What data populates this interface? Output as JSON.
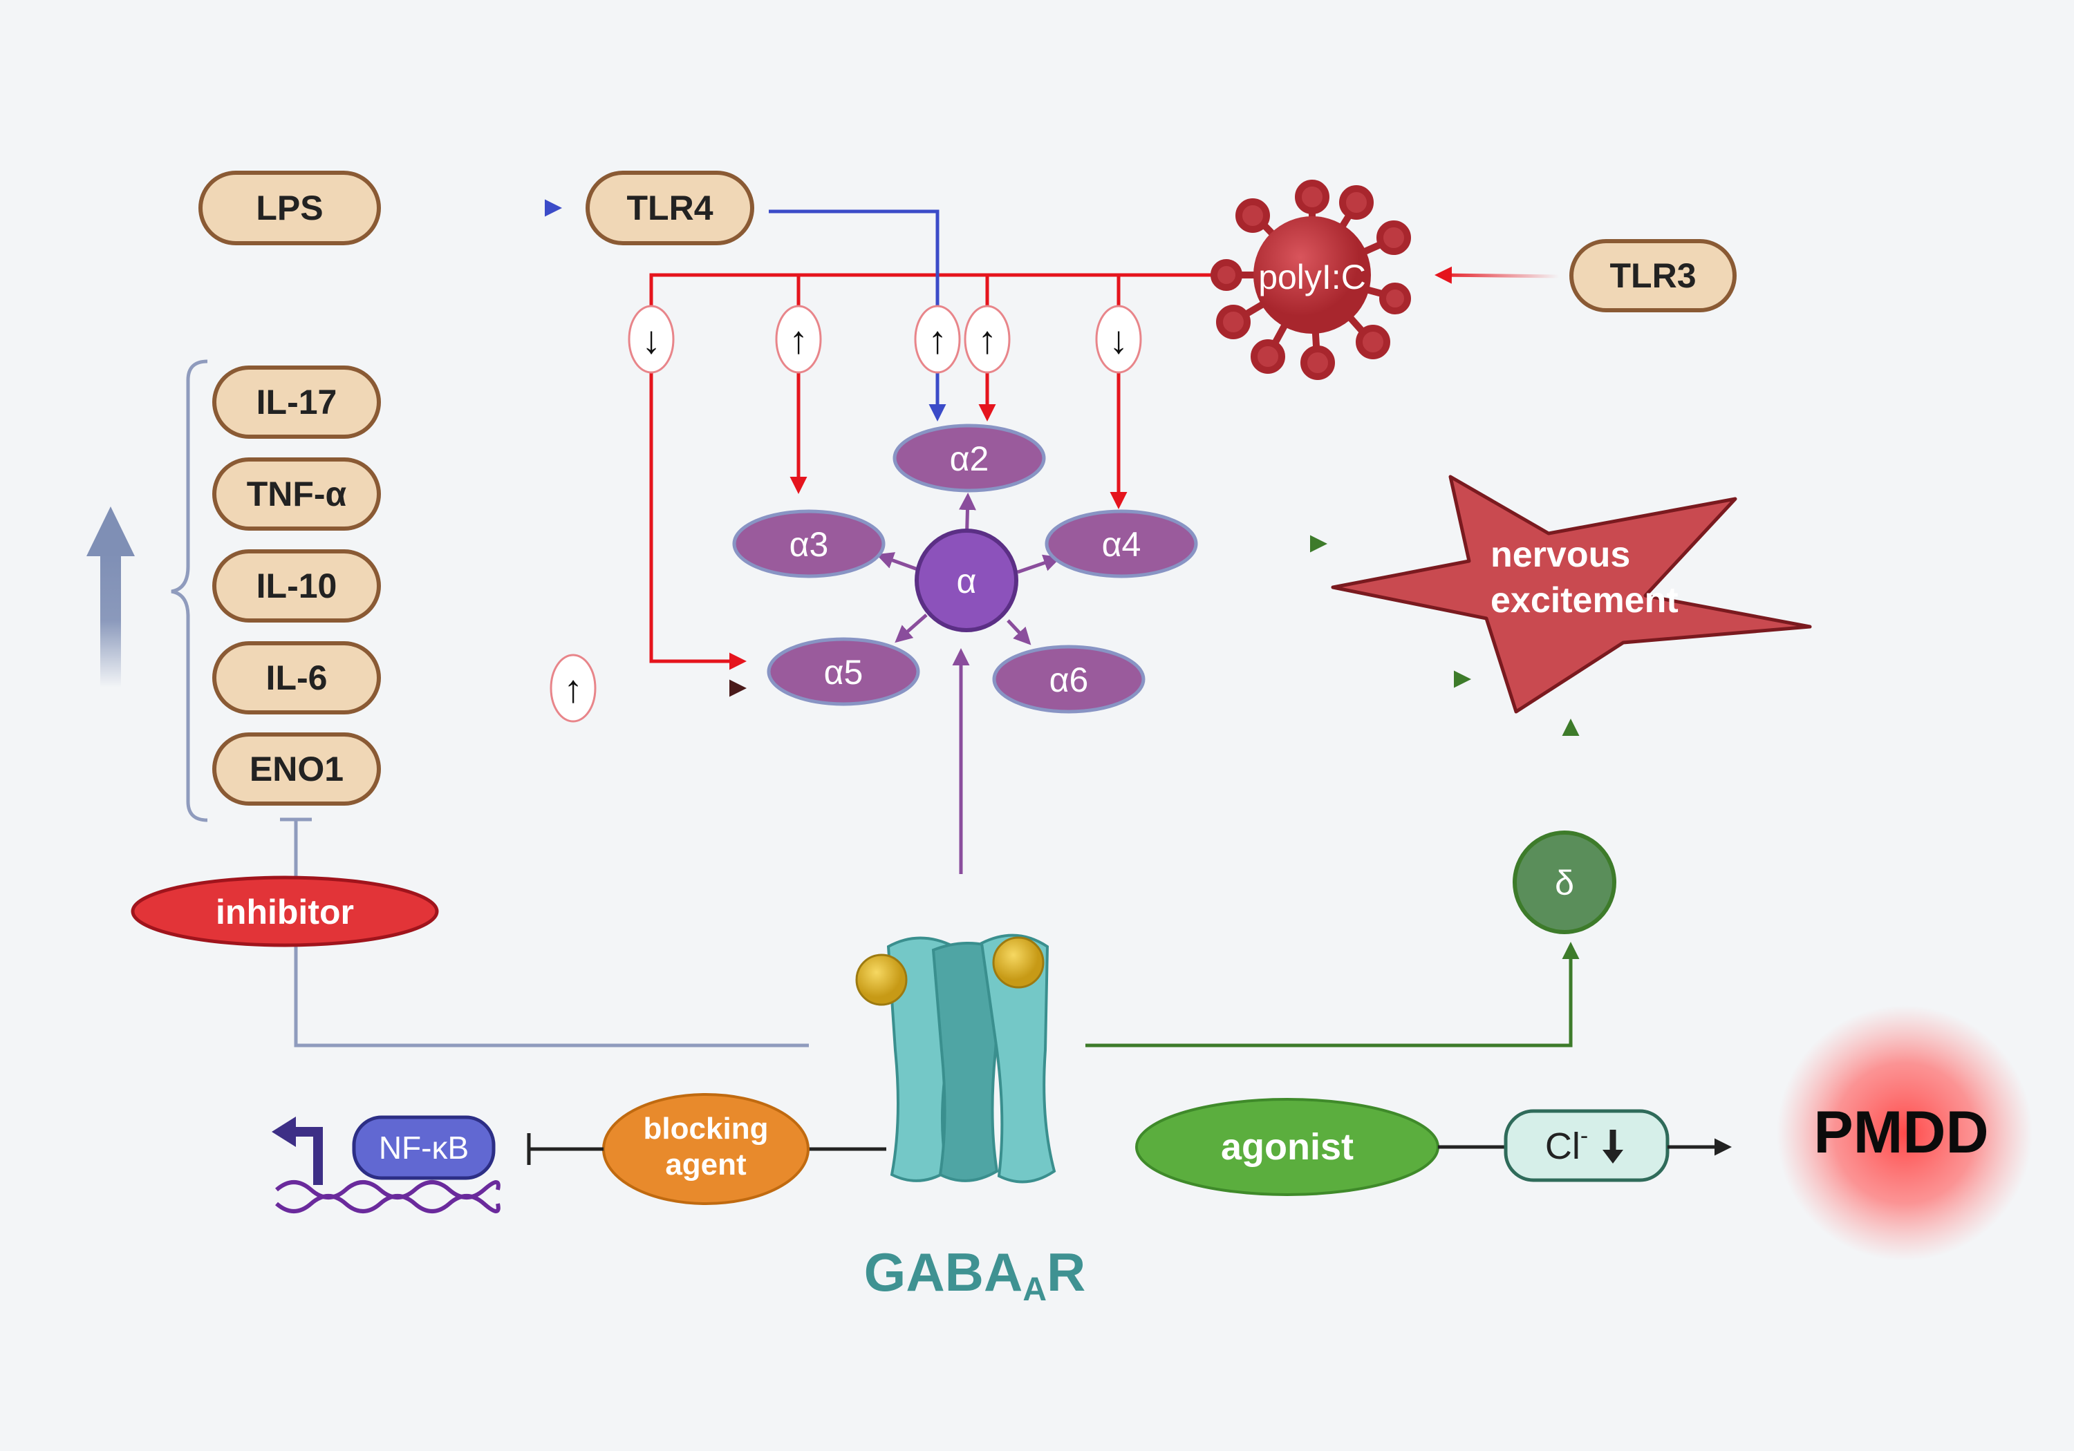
{
  "inputs": {
    "lps": "LPS",
    "tlr4": "TLR4",
    "tlr3": "TLR3",
    "polyic": "polyI:C"
  },
  "cytokines": [
    "IL-17",
    "TNF-α",
    "IL-10",
    "IL-6",
    "ENO1"
  ],
  "arrows": {
    "down": "↓",
    "up": "↑"
  },
  "subunits": {
    "alpha": "α",
    "a2": "α2",
    "a3": "α3",
    "a4": "α4",
    "a5": "α5",
    "a6": "α6",
    "delta": "δ"
  },
  "outcome": {
    "nervous_line1": "nervous",
    "nervous_line2": "excitement",
    "pmdd": "PMDD"
  },
  "drugs": {
    "inhibitor": "inhibitor",
    "blocking_line1": "blocking",
    "blocking_line2": "agent",
    "agonist": "agonist"
  },
  "nfkb": "NF-κB",
  "chloride": {
    "ion": "Cl",
    "charge": "-",
    "arrow": "🠗"
  },
  "receptor": {
    "label": "GABA",
    "subscript": "A",
    "suffix": "R"
  },
  "colors": {
    "pill_fill": "#f0d7b6",
    "pill_stroke": "#8a5a34",
    "red": "#e5141d",
    "blue": "#3b4bc8",
    "purple": "#7d3f8f",
    "subunit": "#9a5b9c",
    "green": "#3d7b2a",
    "star": "#c94a50",
    "receptor": "#5fbdbc",
    "pmdd_glow": "#ff4a4a"
  }
}
